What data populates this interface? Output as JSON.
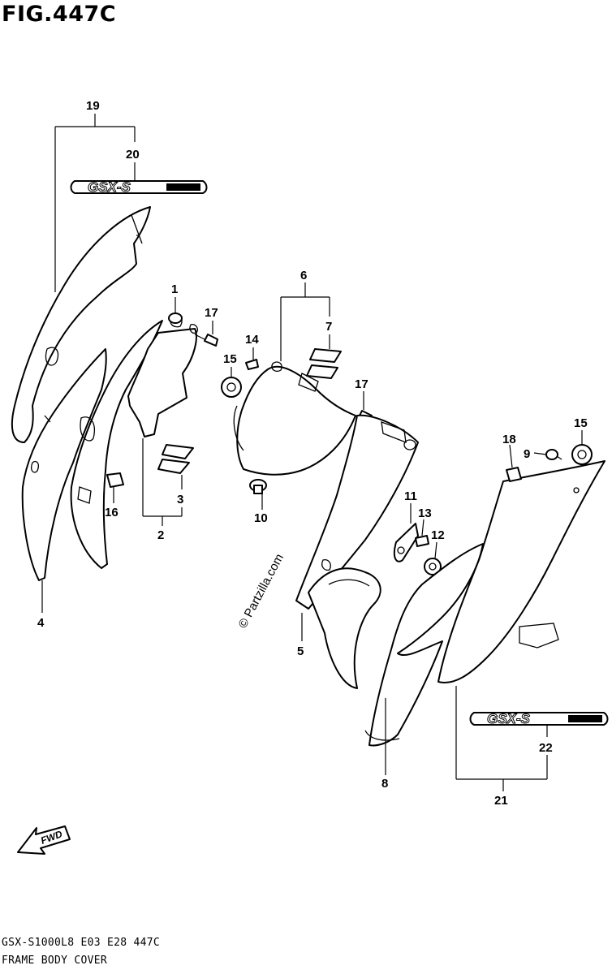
{
  "header": {
    "figure": "FIG.447C"
  },
  "footer": {
    "code": "GSX-S1000L8 E03 E28 447C",
    "name": "FRAME BODY COVER"
  },
  "watermark": "© Partzilla.com",
  "fwd_label": "FWD",
  "decal_text": "GSX-S",
  "labels": {
    "n1": "1",
    "n2": "2",
    "n3": "3",
    "n4": "4",
    "n5": "5",
    "n6": "6",
    "n7": "7",
    "n8": "8",
    "n9": "9",
    "n10": "10",
    "n11": "11",
    "n12": "12",
    "n13": "13",
    "n14": "14",
    "n15a": "15",
    "n15b": "15",
    "n16": "16",
    "n17a": "17",
    "n17b": "17",
    "n18": "18",
    "n19": "19",
    "n20": "20",
    "n21": "21",
    "n22": "22"
  }
}
